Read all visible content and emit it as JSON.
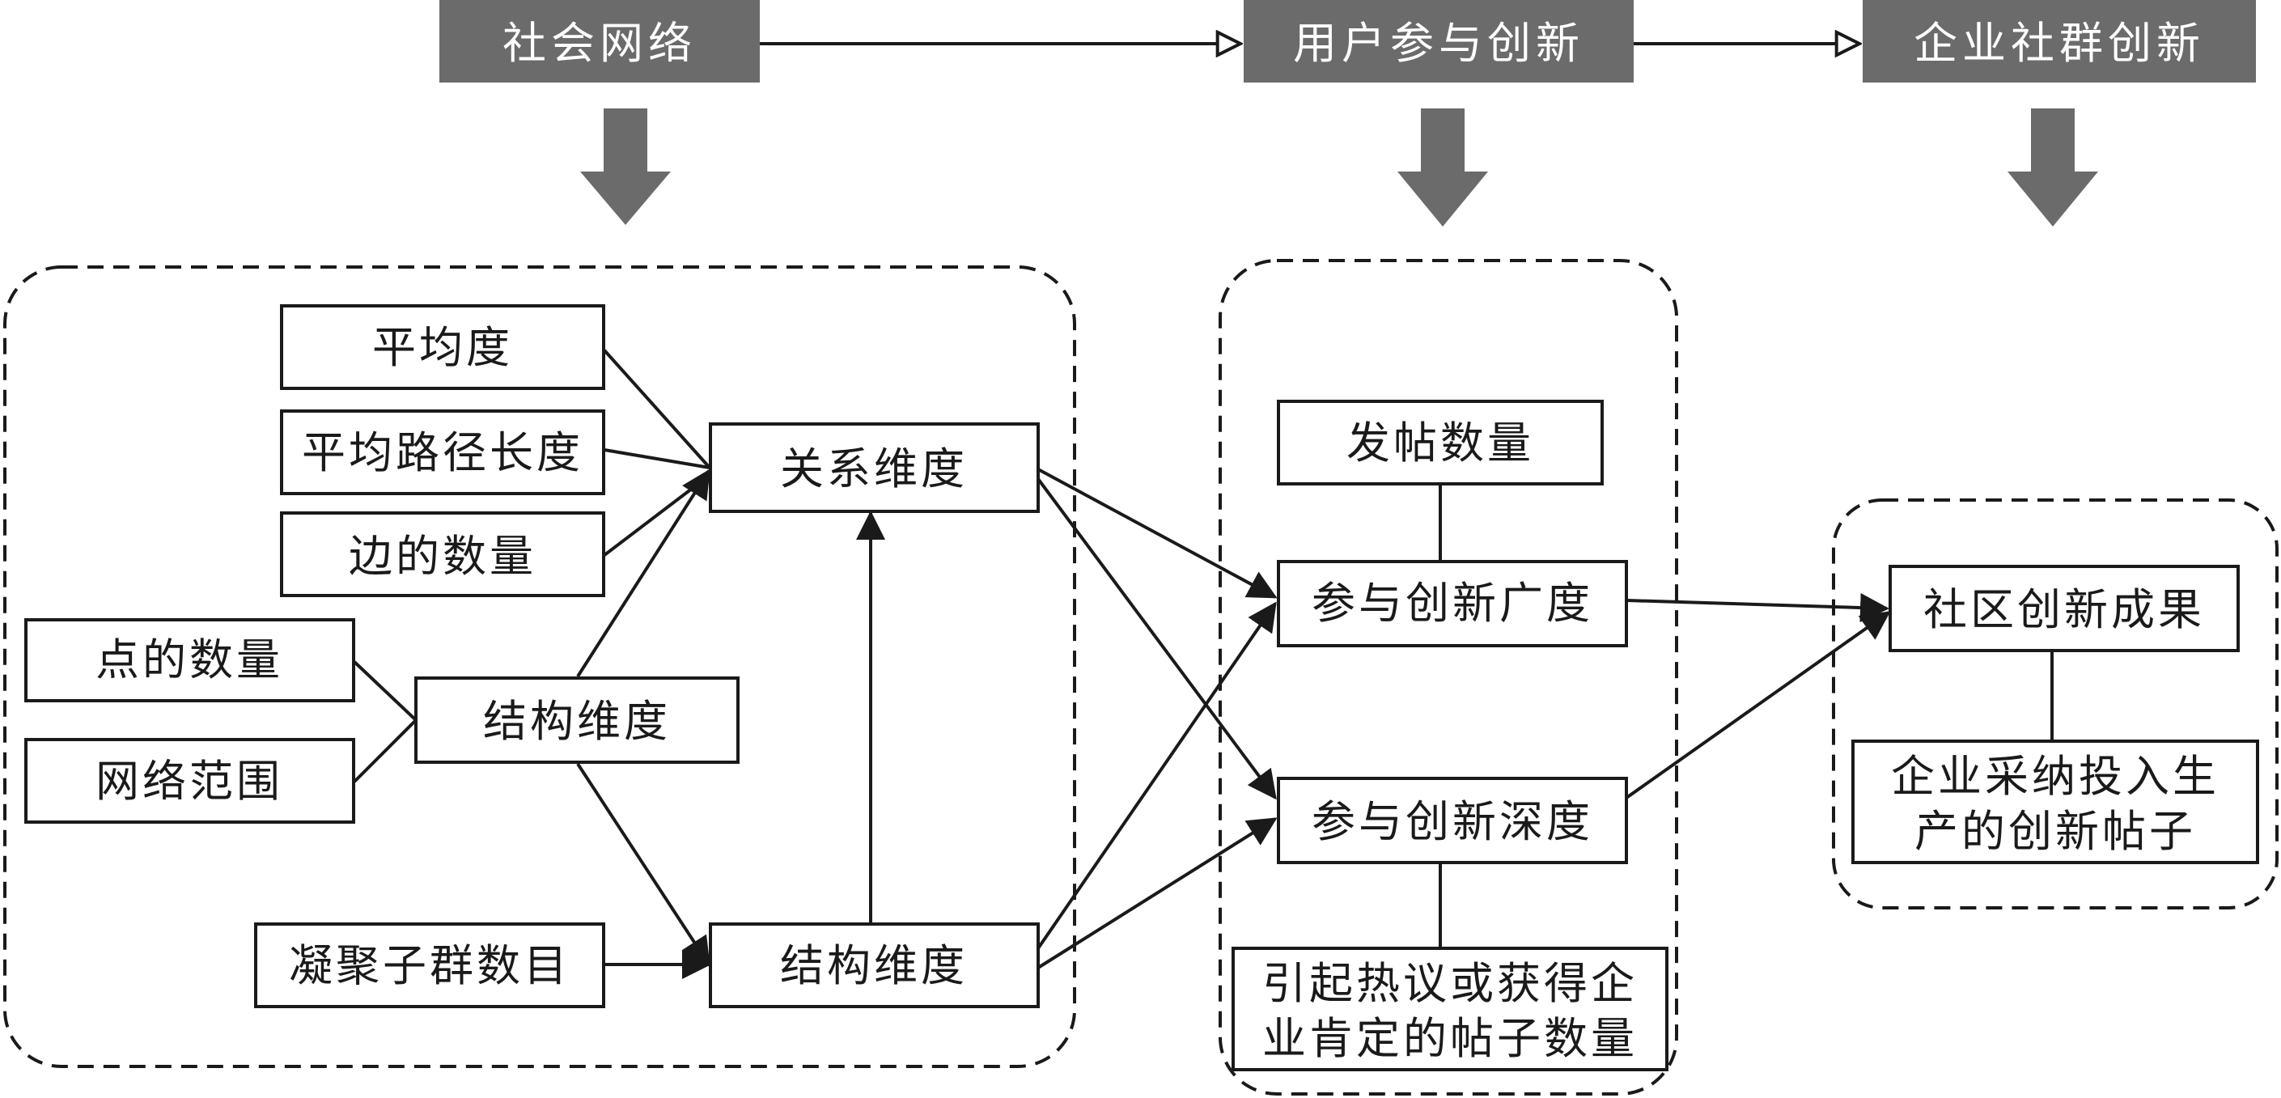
{
  "headers": {
    "social_network": "社会网络",
    "user_participation": "用户参与创新",
    "enterprise_community": "企业社群创新"
  },
  "nodes": {
    "avg_degree": "平均度",
    "avg_path_length": "平均路径长度",
    "edge_count": "边的数量",
    "node_count": "点的数量",
    "network_scope": "网络范围",
    "structure_dim_top": "结构维度",
    "subgroup_count": "凝聚子群数目",
    "relation_dim": "关系维度",
    "structure_dim_bottom": "结构维度",
    "post_count": "发帖数量",
    "breadth": "参与创新广度",
    "depth": "参与创新深度",
    "hot_posts_line1": "引起热议或获得企",
    "hot_posts_line2": "业肯定的帖子数量",
    "community_result": "社区创新成果",
    "adopted_line1": "企业采纳投入生",
    "adopted_line2": "产的创新帖子"
  }
}
